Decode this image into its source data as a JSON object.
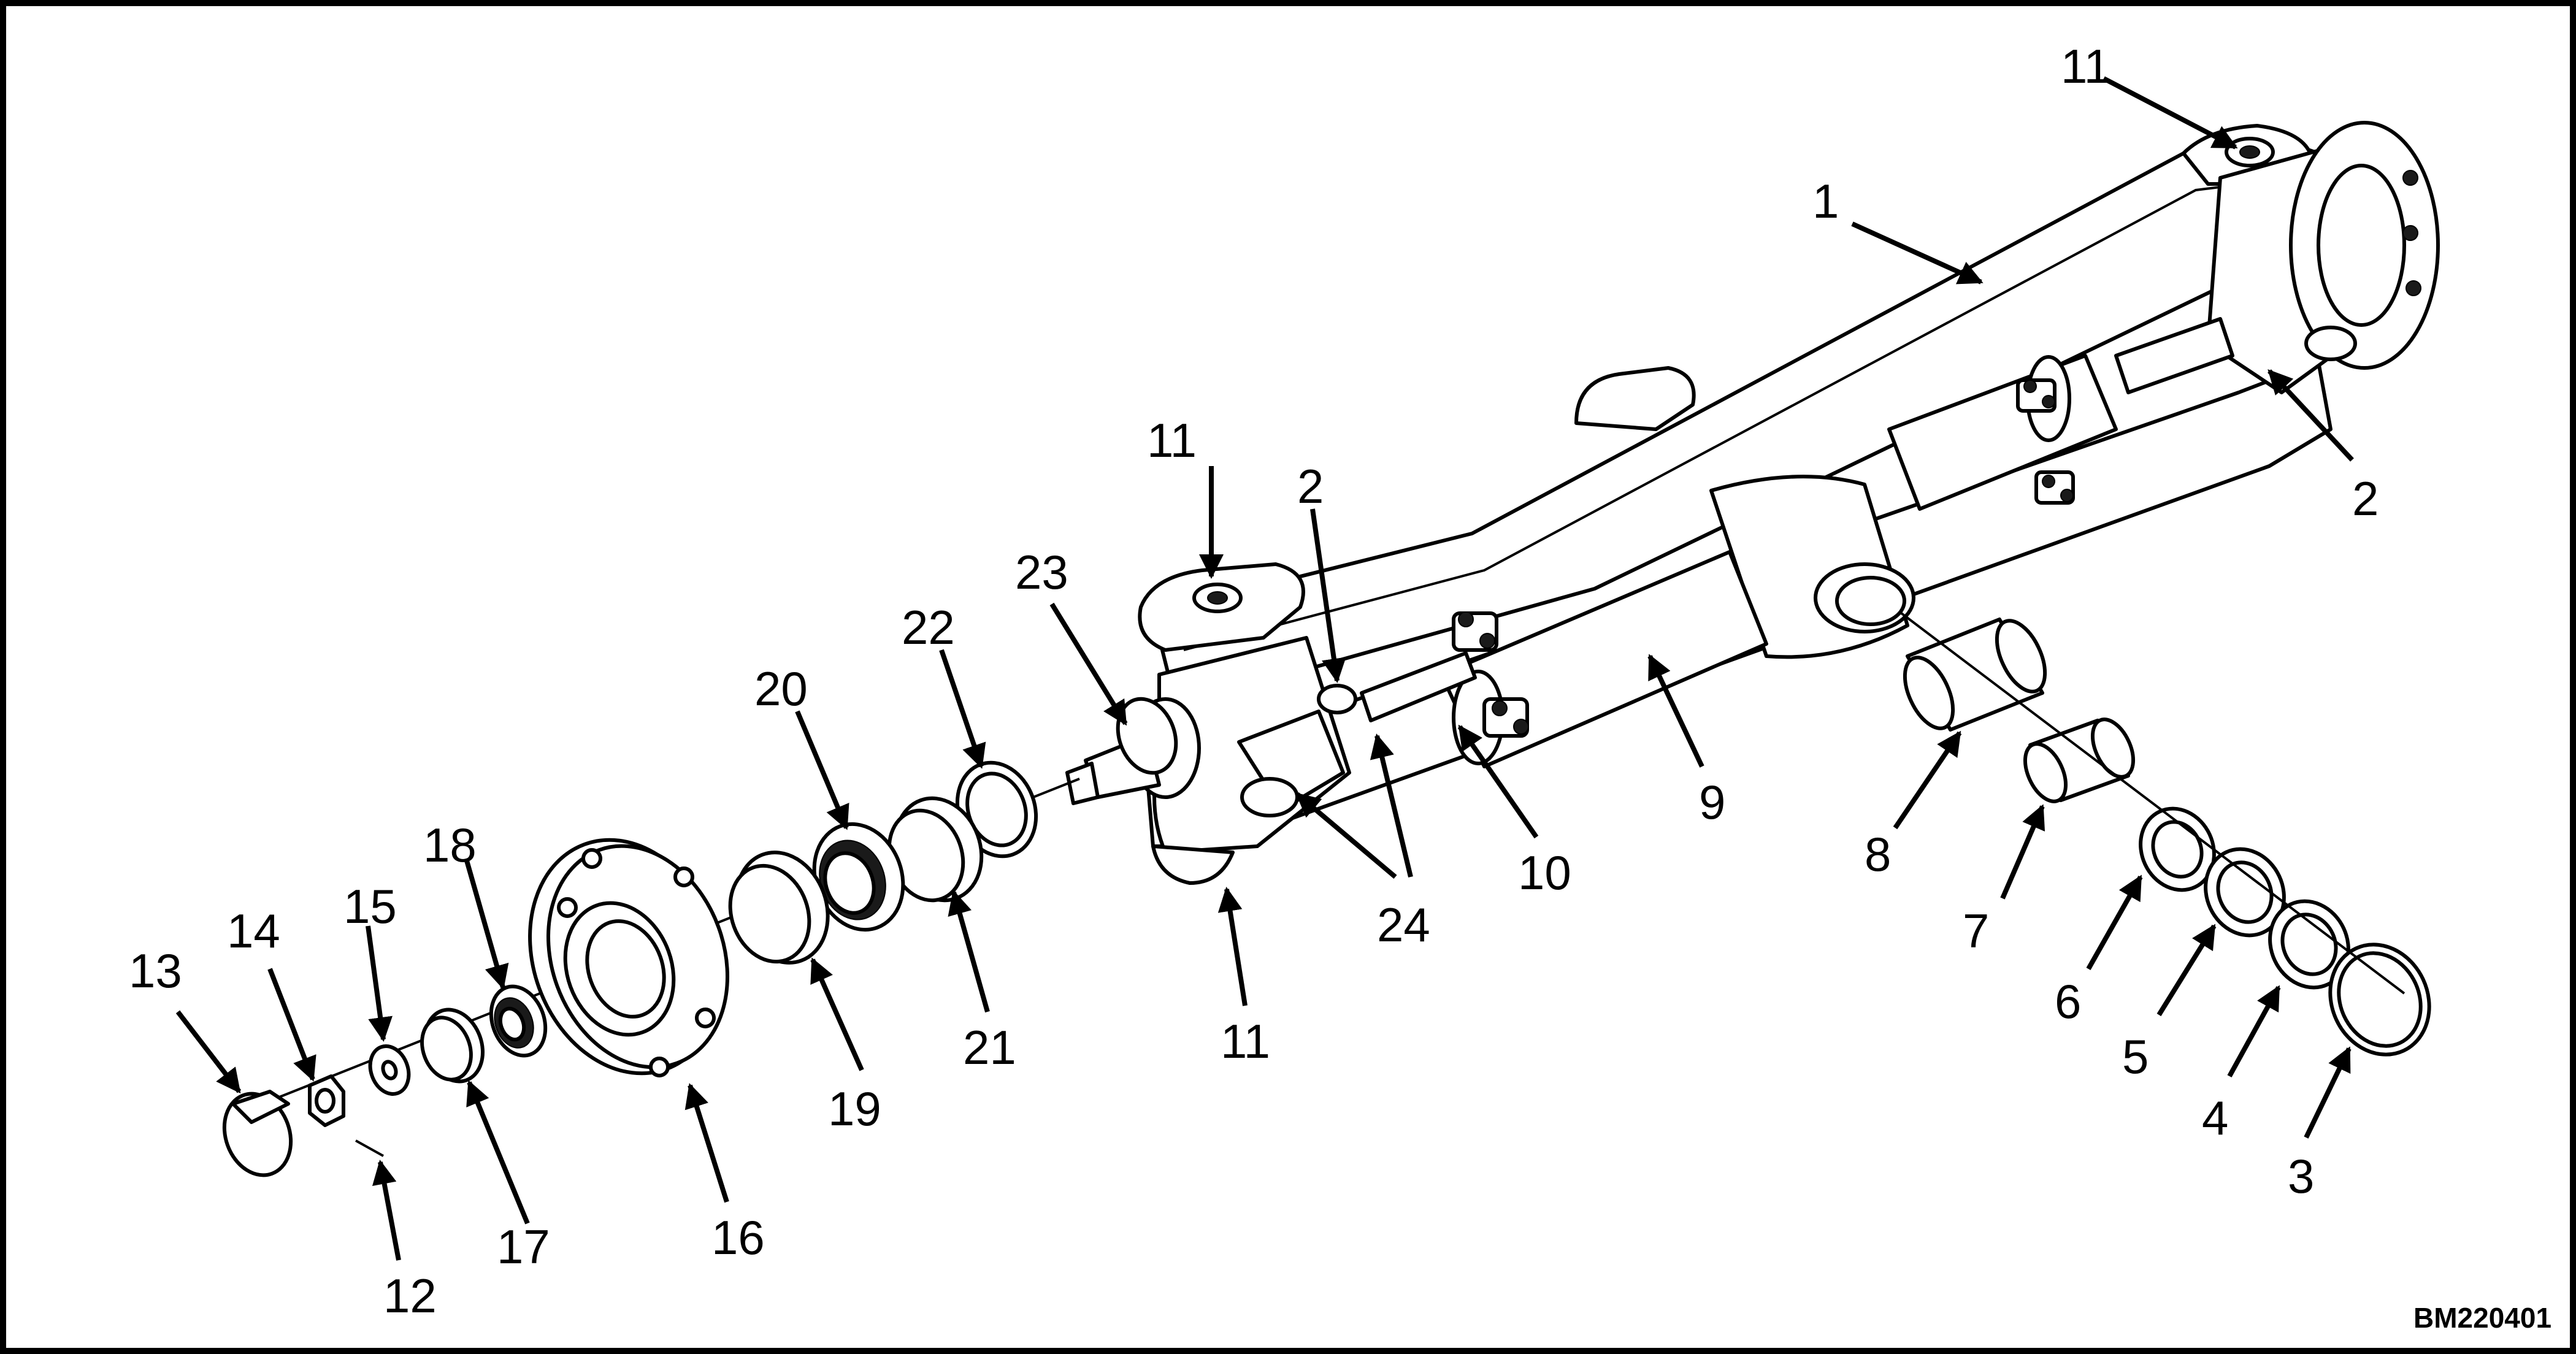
{
  "drawing_code": "BM220401",
  "callouts": {
    "c1": "1",
    "c2a": "2",
    "c2b": "2",
    "c3": "3",
    "c4": "4",
    "c5": "5",
    "c6": "6",
    "c7": "7",
    "c8": "8",
    "c9": "9",
    "c10": "10",
    "c11a": "11",
    "c11b": "11",
    "c11c": "11",
    "c12": "12",
    "c13": "13",
    "c14": "14",
    "c15": "15",
    "c16": "16",
    "c17": "17",
    "c18": "18",
    "c19": "19",
    "c20": "20",
    "c21": "21",
    "c22": "22",
    "c23": "23",
    "c24": "24"
  }
}
